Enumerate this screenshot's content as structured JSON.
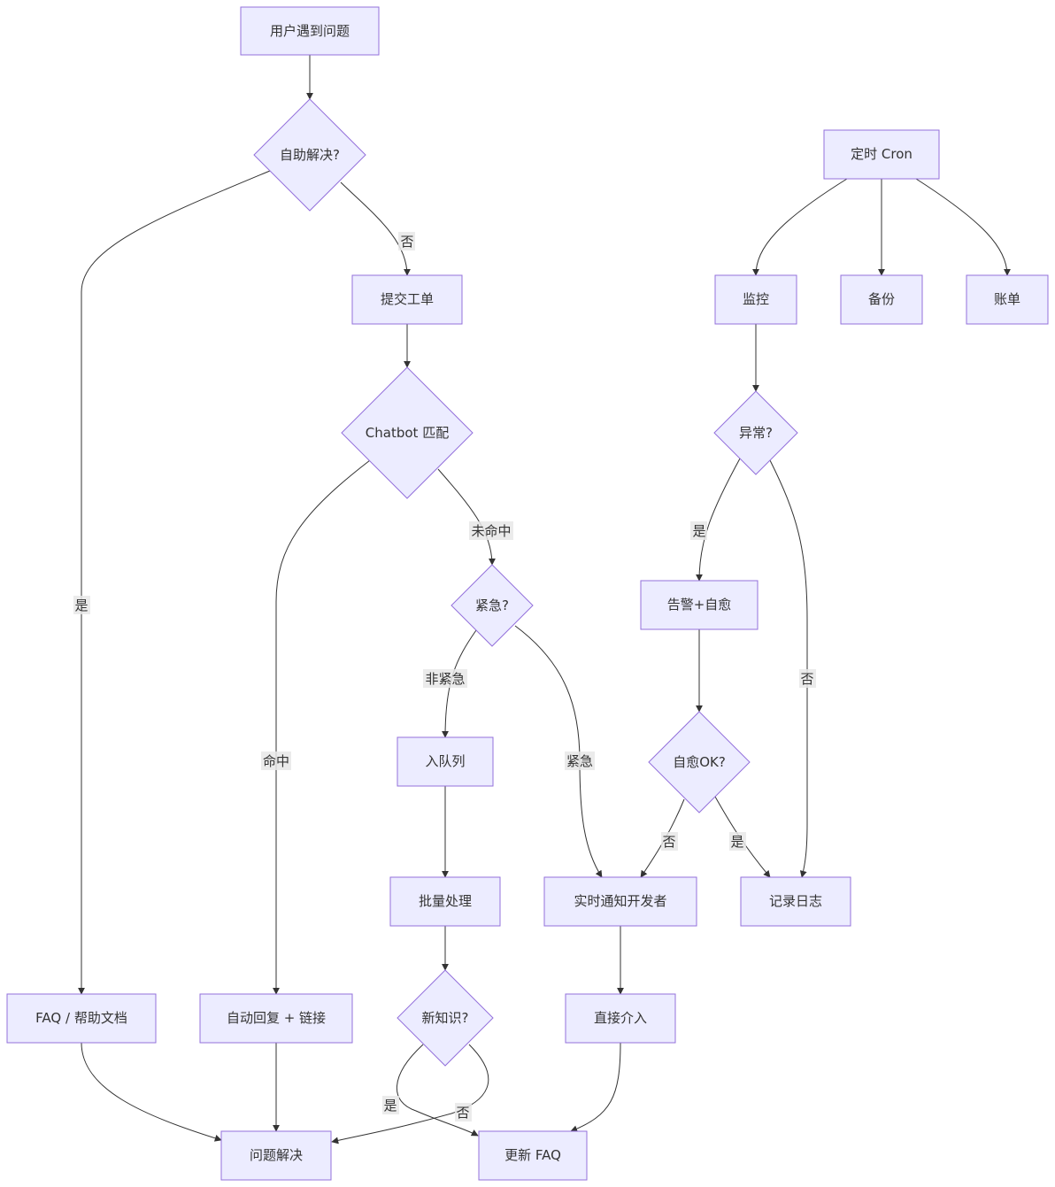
{
  "nodes": {
    "user_problem": "用户遇到问题",
    "self_help": "自助解决?",
    "submit_ticket": "提交工单",
    "chatbot_match": "Chatbot 匹配",
    "urgent": "紧急?",
    "enqueue": "入队列",
    "batch": "批量处理",
    "new_knowledge": "新知识?",
    "faq_docs": "FAQ / 帮助文档",
    "auto_reply": "自动回复 + 链接",
    "resolved": "问题解决",
    "update_faq": "更新 FAQ",
    "notify_dev": "实时通知开发者",
    "intervene": "直接介入",
    "cron": "定时 Cron",
    "monitor": "监控",
    "backup": "备份",
    "billing": "账单",
    "anomaly": "异常?",
    "alert_heal": "告警+自愈",
    "heal_ok": "自愈OK?",
    "log": "记录日志"
  },
  "edge_labels": {
    "self_help_no": "否",
    "self_help_yes": "是",
    "chatbot_hit": "命中",
    "chatbot_miss": "未命中",
    "not_urgent": "非紧急",
    "urgent_yes": "紧急",
    "knowledge_yes": "是",
    "knowledge_no": "否",
    "anomaly_yes": "是",
    "anomaly_no": "否",
    "heal_no": "否",
    "heal_yes": "是"
  }
}
